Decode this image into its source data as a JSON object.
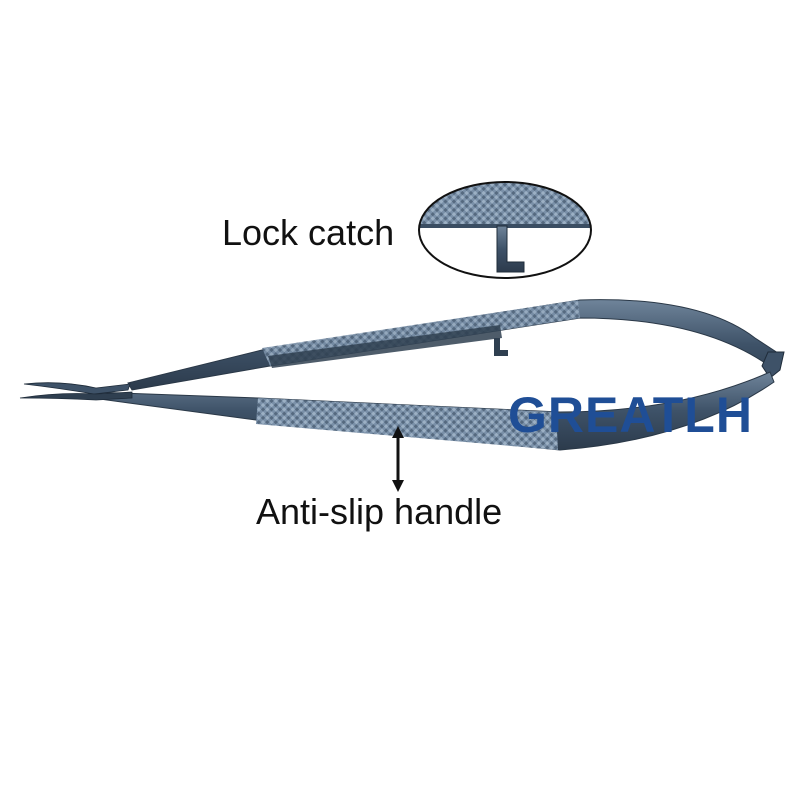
{
  "annotations": {
    "lock_catch": "Lock catch",
    "anti_slip_handle": "Anti-slip handle"
  },
  "brand": {
    "watermark": "GREATLH",
    "color": "#1f4e96"
  },
  "product": {
    "instrument": "micro-scissors",
    "finish_color": "#4a5f76",
    "knurl_color": "#7d93ab"
  }
}
